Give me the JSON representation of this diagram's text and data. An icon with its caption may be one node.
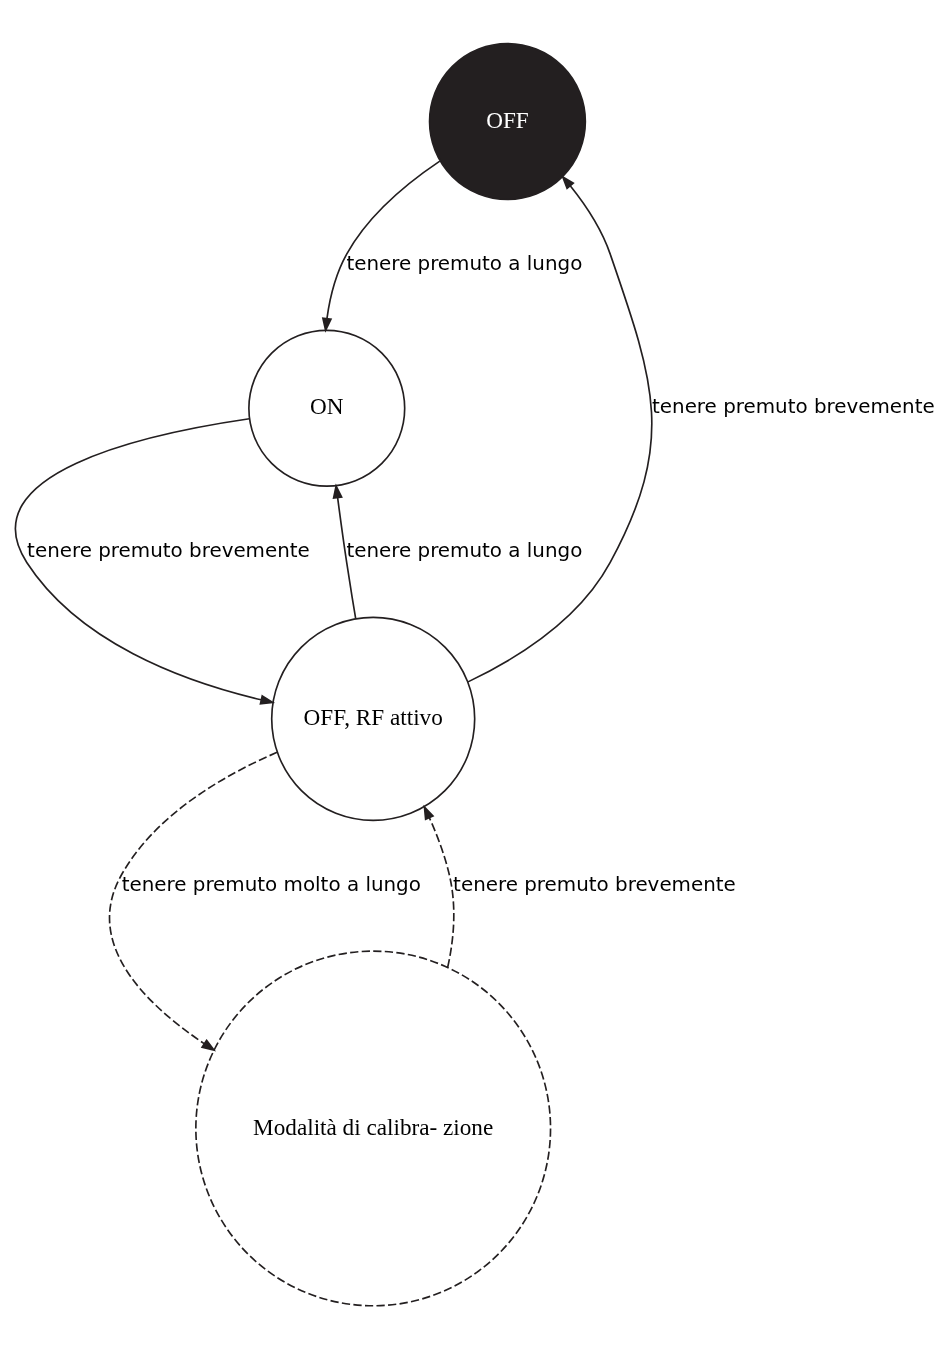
{
  "diagram": {
    "nodes": [
      {
        "text": [
          "OFF"
        ]
      },
      {
        "text": [
          "ON"
        ]
      },
      {
        "text": [
          "OFF, RF attivo"
        ]
      },
      {
        "text": [
          "Modalità di calibra- zione"
        ]
      }
    ],
    "edges": [
      {
        "from": 0,
        "to": 1,
        "arrow": "to",
        "label": "tenere premuto a lungo"
      },
      {
        "from": 2,
        "to": 1,
        "arrow": "to",
        "label": "tenere premuto a lungo"
      },
      {
        "from": 1,
        "to": 2,
        "arrow": "to",
        "label": "tenere premuto brevemente"
      },
      {
        "from": 2,
        "to": 0,
        "arrow": "to",
        "label": "tenere premuto brevemente"
      },
      {
        "from": 2,
        "to": 3,
        "arrow": "to",
        "label": "tenere premuto molto a lungo",
        "style": "dashed"
      },
      {
        "from": 3,
        "to": 2,
        "arrow": "to",
        "label": "tenere premuto brevemente",
        "style": "dashed"
      }
    ]
  }
}
